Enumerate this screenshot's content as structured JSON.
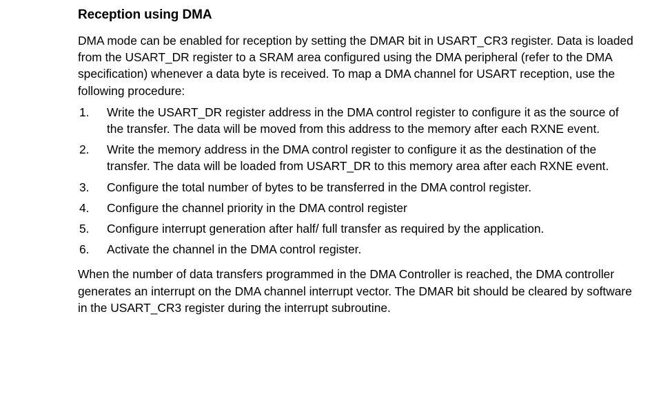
{
  "document": {
    "heading": "Reception using DMA",
    "intro_paragraph": "DMA mode can be enabled for reception by setting the DMAR bit in USART_CR3 register. Data is loaded from the USART_DR register to a SRAM area configured using the DMA peripheral (refer to the DMA specification) whenever a data byte is received. To map a DMA channel for USART reception, use the following procedure:",
    "procedure": [
      {
        "marker": "1.",
        "text": "Write the USART_DR register address in the DMA control register to configure it as the source of the transfer. The data will be moved from this address to the memory after each RXNE event."
      },
      {
        "marker": "2.",
        "text": "Write the memory address in the DMA control register to configure it as the destination of the transfer. The data will be loaded from USART_DR to this memory area after each RXNE event."
      },
      {
        "marker": "3.",
        "text": "Configure the total number of bytes to be transferred in the DMA control register."
      },
      {
        "marker": "4.",
        "text": "Configure the channel priority in the DMA control register"
      },
      {
        "marker": "5.",
        "text": "Configure interrupt generation after half/ full transfer as required by the application."
      },
      {
        "marker": "6.",
        "text": "Activate the channel in the DMA control register."
      }
    ],
    "closing_paragraph": "When the number of data transfers programmed in the DMA Controller is reached, the DMA controller generates an interrupt on the DMA channel interrupt vector. The DMAR bit should be cleared by software in the USART_CR3 register during the interrupt subroutine."
  },
  "colors": {
    "text": "#000000",
    "background": "#ffffff"
  }
}
